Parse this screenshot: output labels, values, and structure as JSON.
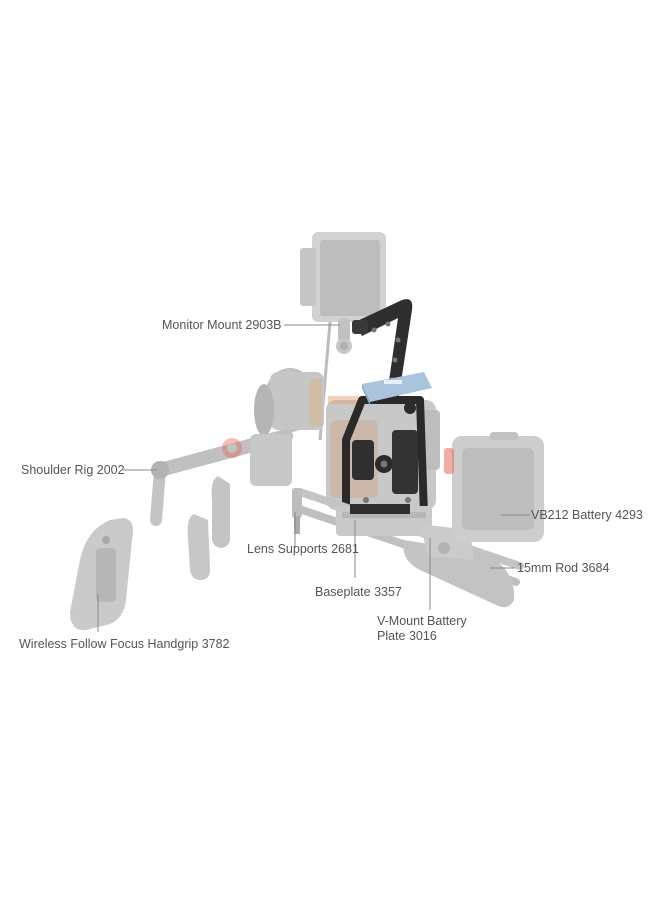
{
  "callouts": {
    "monitor_mount": "Monitor Mount 2903B",
    "shoulder_rig": "Shoulder Rig 2002",
    "vb212_battery": "VB212 Battery 4293",
    "lens_supports": "Lens Supports 2681",
    "rod_15mm": "15mm Rod 3684",
    "baseplate": "Baseplate 3357",
    "v_mount_plate_line1": "V-Mount Battery",
    "v_mount_plate_line2": "Plate 3016",
    "handgrip": "Wireless Follow Focus Handgrip 3782"
  },
  "colors": {
    "background": "#ffffff",
    "ghost_part": "#c9c9c9",
    "ghost_part_dark": "#b3b3b3",
    "cage_black": "#2b2b2b",
    "accent_blue": "#a9c4dc",
    "accent_red": "#e46a5a",
    "leader_line": "#8a8a8a",
    "label_text": "#555555"
  }
}
